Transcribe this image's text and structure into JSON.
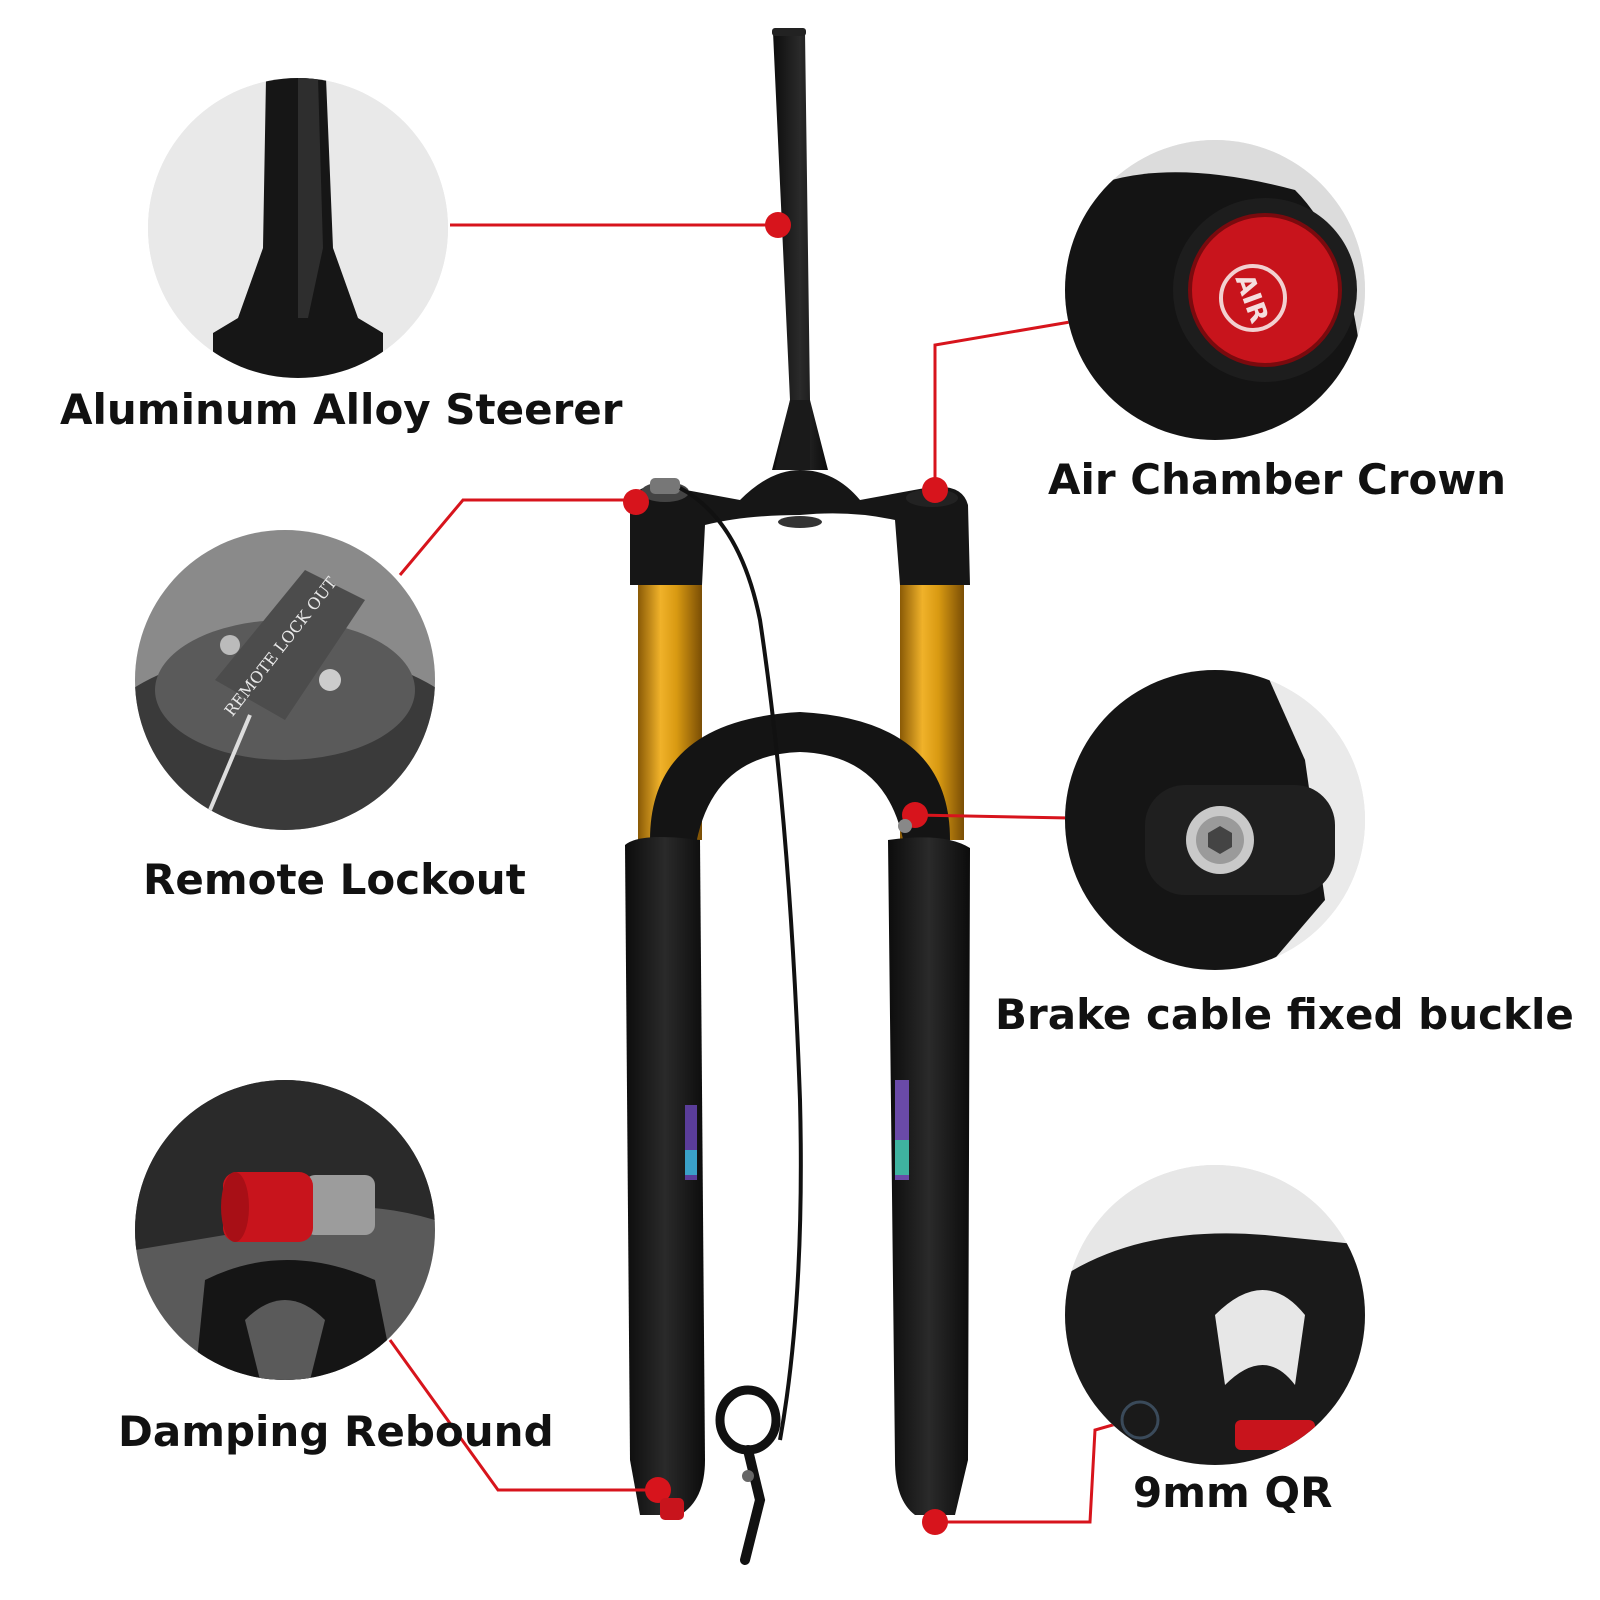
{
  "callouts": {
    "steerer": "Aluminum Alloy Steerer",
    "air_crown": "Air Chamber Crown",
    "remote_lockout": "Remote Lockout",
    "brake_buckle": "Brake cable fixed buckle",
    "damping": "Damping Rebound",
    "qr": "9mm QR"
  },
  "stamps": {
    "air_cap": "AIR",
    "lockout_plate": "REMOTE LOCK OUT"
  },
  "colors": {
    "accent_red": "#d7141c",
    "stanchion_gold": "#d99a12",
    "fork_black": "#151515"
  }
}
